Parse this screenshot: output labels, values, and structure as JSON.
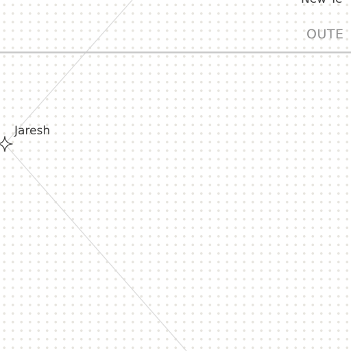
{
  "map": {
    "background_color": "#ffffff",
    "dot_color": "#e7e5df",
    "line_color": "#dcdcdc",
    "boundary_color": "#c8c8c8",
    "labels": {
      "top_cutoff": "New Te",
      "region": "OUTE",
      "place": "Jaresh"
    },
    "place_marker_icon": "four-point-star-icon"
  }
}
